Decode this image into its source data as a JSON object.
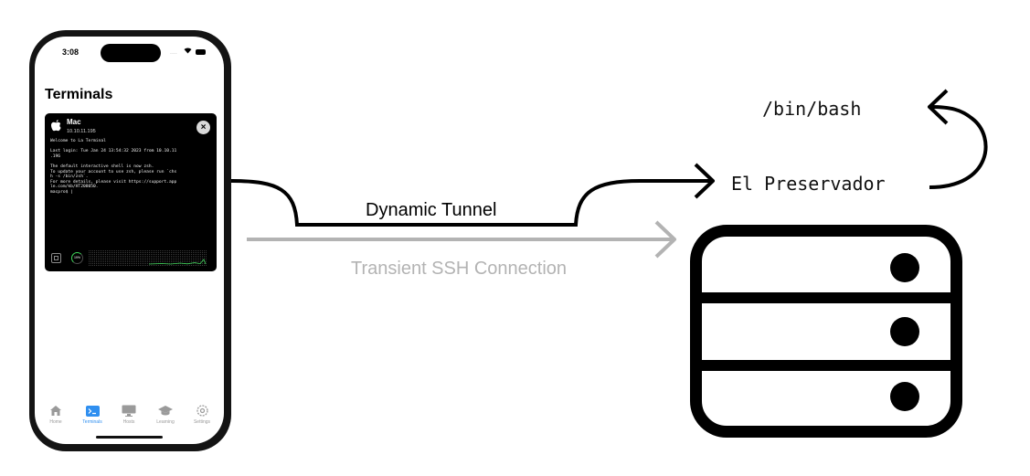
{
  "phone": {
    "status": {
      "time": "3:08",
      "signal": "....",
      "wifi": "▾"
    },
    "title": "Terminals",
    "card": {
      "host_name": "Mac",
      "host_ip": "10.10.11.195",
      "close_icon": "×",
      "terminal_text": "Welcome to La Terminal\n\nLast login: Tue Jan 24 13:54:32 2023 from 10.10.11\n.196\n\nThe default interactive shell is now zsh.\nTo update your account to use zsh, please run `chs\nh -s /bin/zsh`.\nFor more details, please visit https://support.app\nle.com/kb/HT208050.\nmacpro$ |",
      "cpu_percent_label": "19%"
    },
    "tabs": [
      {
        "label": "Home",
        "icon": "house-icon",
        "active": false
      },
      {
        "label": "Terminals",
        "icon": "terminal-icon",
        "active": true
      },
      {
        "label": "Hosts",
        "icon": "monitor-icon",
        "active": false
      },
      {
        "label": "Learning",
        "icon": "graduation-cap-icon",
        "active": false
      },
      {
        "label": "Settings",
        "icon": "gear-icon",
        "active": false
      }
    ]
  },
  "diagram": {
    "tunnel_label": "Dynamic Tunnel",
    "ssh_label": "Transient SSH Connection",
    "bash_label": "/bin/bash",
    "preservador_label": "El Preservador",
    "colors": {
      "tunnel": "#000000",
      "ssh": "#b3b3b3",
      "accent": "#2f8ff0"
    }
  }
}
